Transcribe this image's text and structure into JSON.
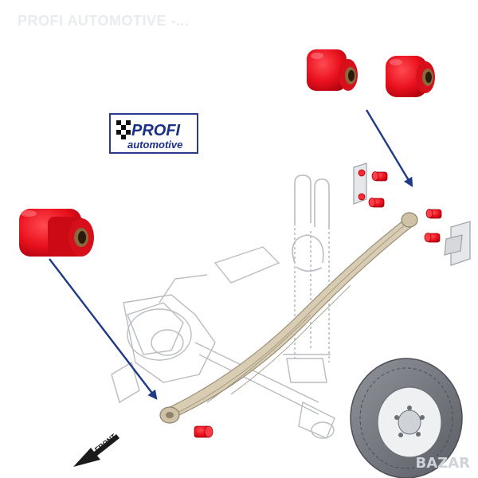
{
  "header": {
    "watermark_text": "PROFI AUTOMOTIVE -..."
  },
  "logo": {
    "line1": "PROFI",
    "line2": "automotive",
    "colors": {
      "navy": "#1c2f86",
      "checker": "#111111",
      "frame": "#2a3b8f"
    }
  },
  "watermark": {
    "brand": "BAZAR"
  },
  "front_label": {
    "text": "FRONT"
  },
  "colors": {
    "bushing_red": "#e8101c",
    "bushing_dark": "#a3000d",
    "sleeve": "#8a6a3c",
    "arrow": "#1f3b88",
    "leaf_spring": "#d8ccb3",
    "line_art": "#b9bcc0"
  },
  "icons": [
    "front-arrow-icon",
    "callout-arrow-icon"
  ]
}
